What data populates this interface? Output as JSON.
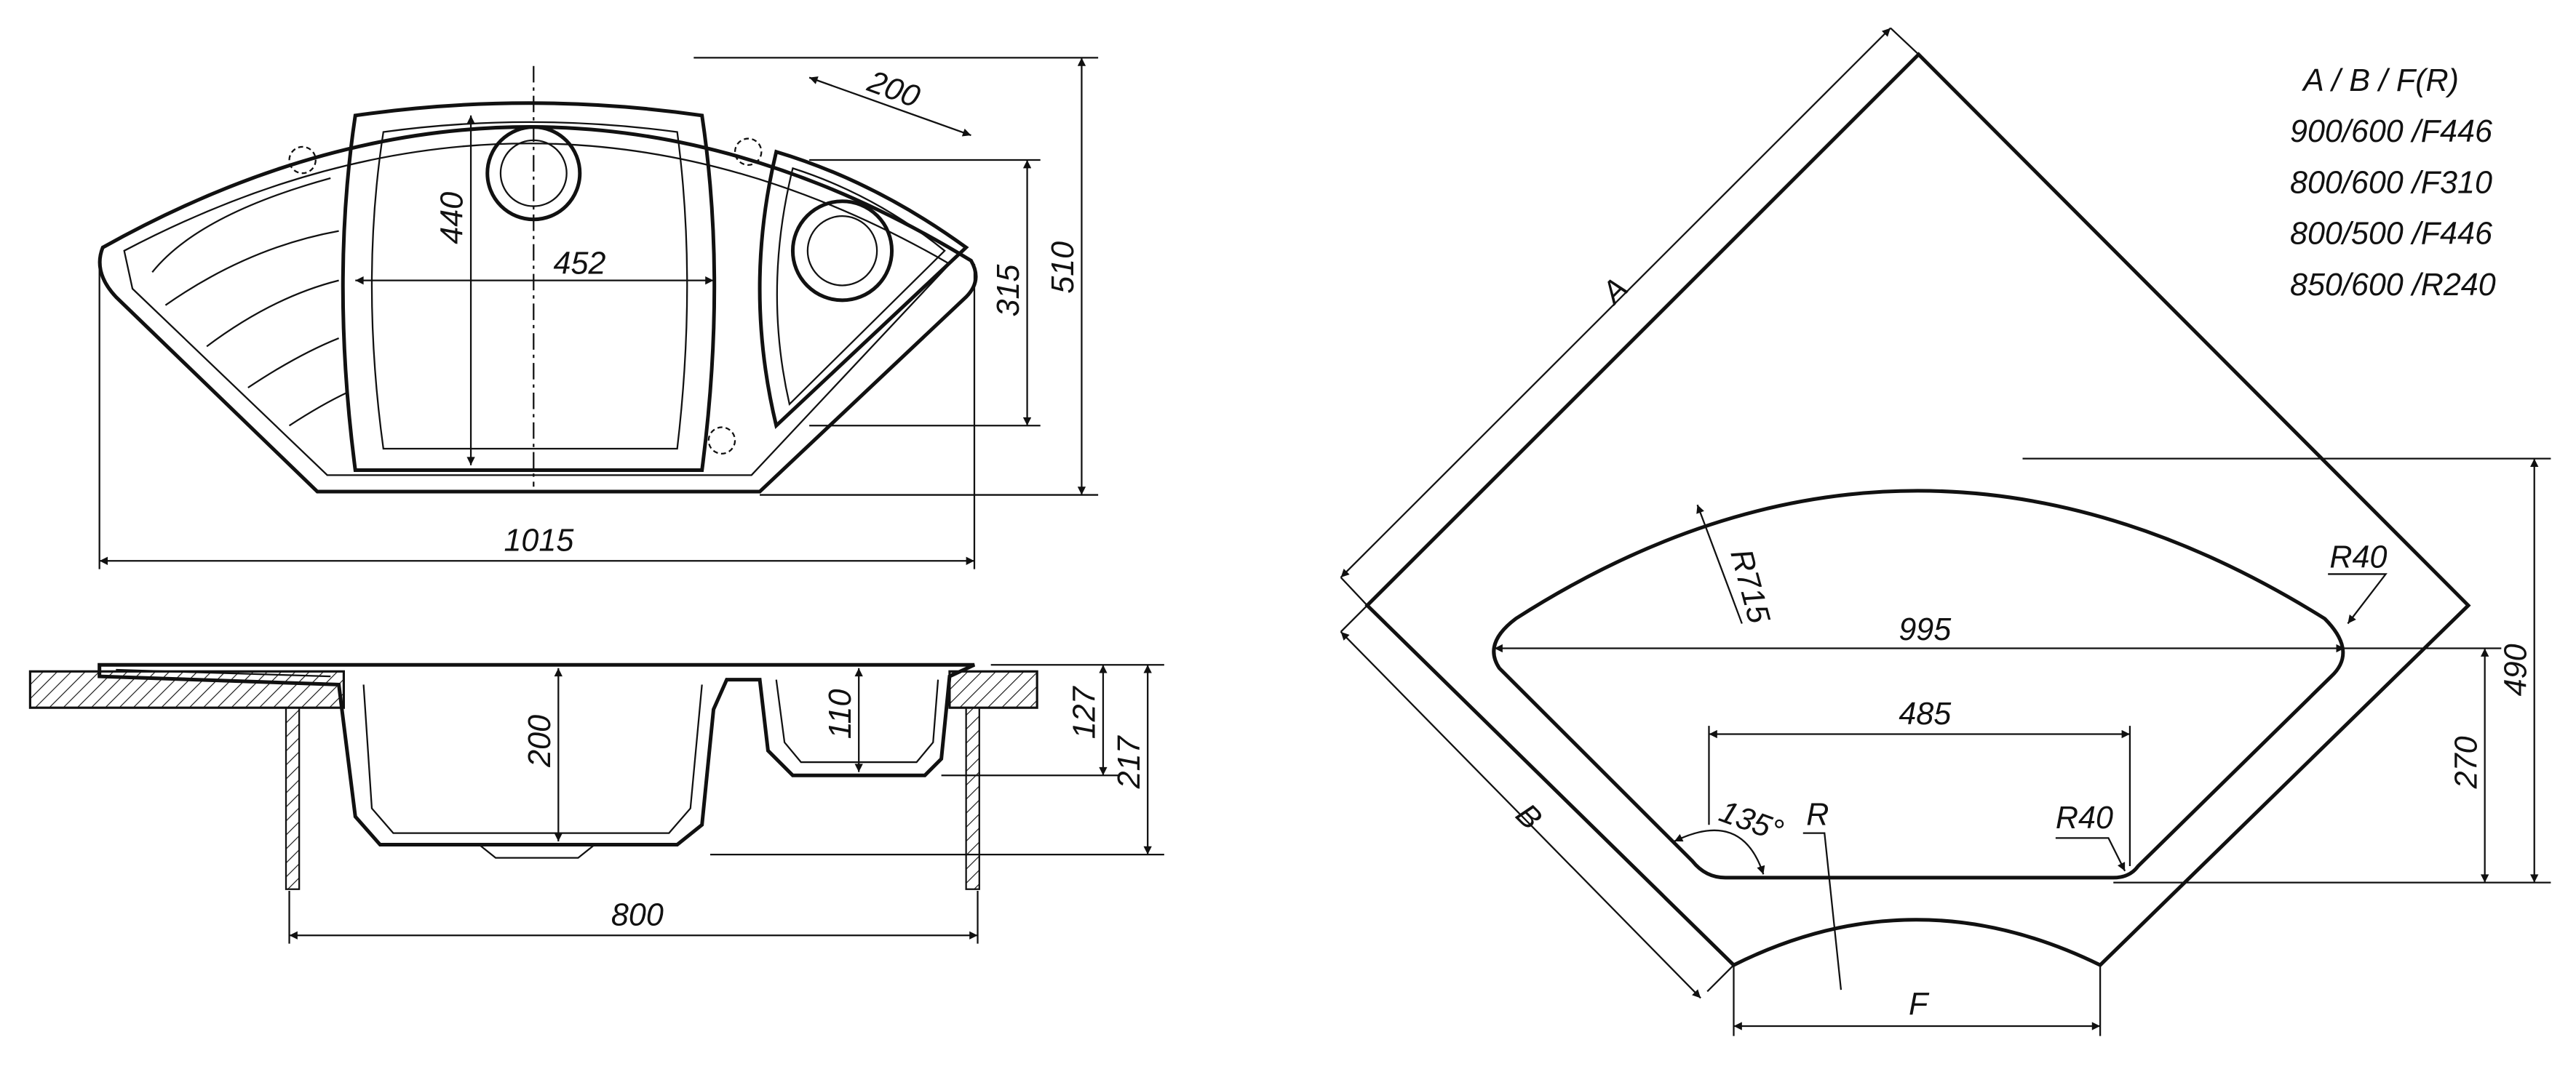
{
  "top_view": {
    "dims": {
      "d200": "200",
      "d440": "440",
      "d452": "452",
      "d315": "315",
      "d510": "510",
      "d1015": "1015"
    }
  },
  "section_view": {
    "dims": {
      "d200": "200",
      "d110": "110",
      "d127": "127",
      "d217": "217",
      "d800": "800"
    }
  },
  "cutout_view": {
    "labels": {
      "A": "A",
      "B": "B",
      "F": "F",
      "R715": "R715",
      "R40_top": "R40",
      "R40_bottom": "R40",
      "R": "R",
      "angle": "135°"
    },
    "dims": {
      "d995": "995",
      "d485": "485",
      "d490": "490",
      "d270": "270"
    }
  },
  "size_table": {
    "header": "A / B / F(R)",
    "rows": [
      "900/600 /F446",
      "800/600 /F310",
      "800/500 /F446",
      "850/600 /R240"
    ]
  }
}
